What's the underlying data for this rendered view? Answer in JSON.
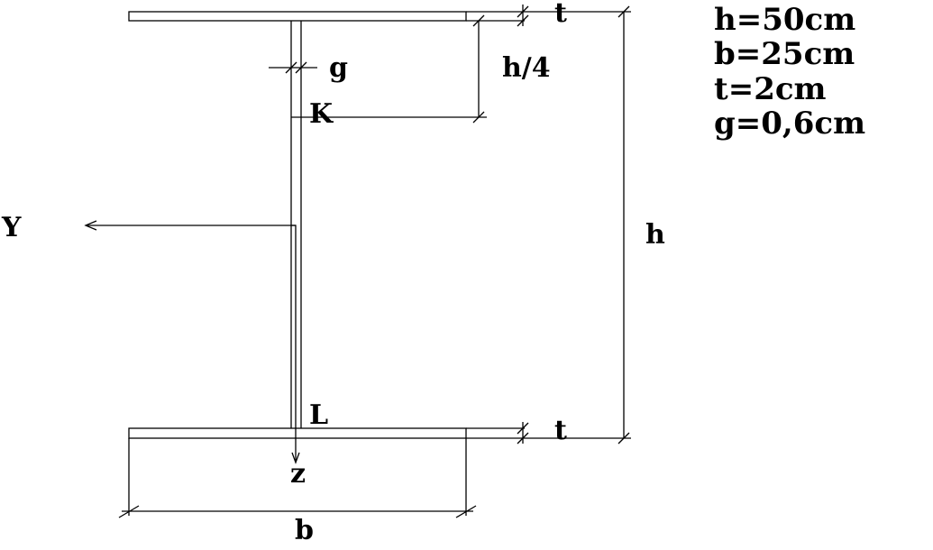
{
  "parameters": [
    "h=50cm",
    "b=25cm",
    "t=2cm",
    "g=0,6cm"
  ],
  "labels": {
    "t_top": "t",
    "t_bottom": "t",
    "g": "g",
    "h_quarter": "h/4",
    "point_k": "K",
    "point_l": "L",
    "axis_y": "Y",
    "axis_z": "z",
    "height": "h",
    "width": "b"
  }
}
